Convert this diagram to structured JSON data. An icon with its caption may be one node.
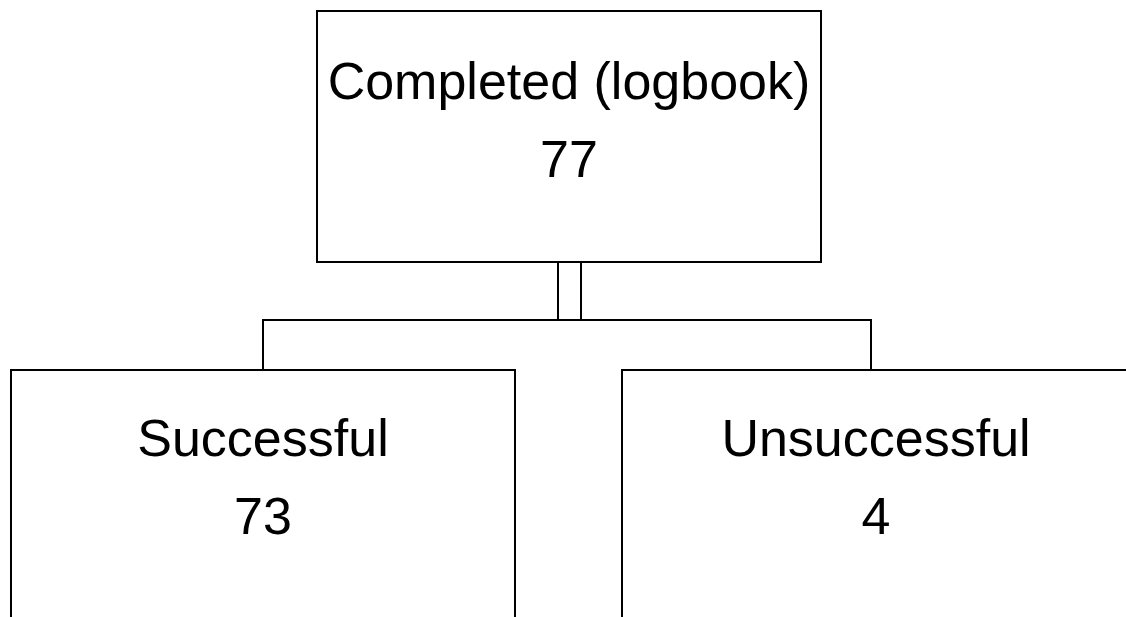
{
  "diagram": {
    "nodes": [
      {
        "text": [
          "Completed (logbook)",
          "77"
        ]
      },
      {
        "text": [
          "Successful",
          "73"
        ]
      },
      {
        "text": [
          "Unsuccessful",
          "4"
        ]
      }
    ],
    "edges": [
      {
        "from": 0,
        "to": 1,
        "arrow": "none"
      },
      {
        "from": 0,
        "to": 2,
        "arrow": "none"
      }
    ]
  }
}
